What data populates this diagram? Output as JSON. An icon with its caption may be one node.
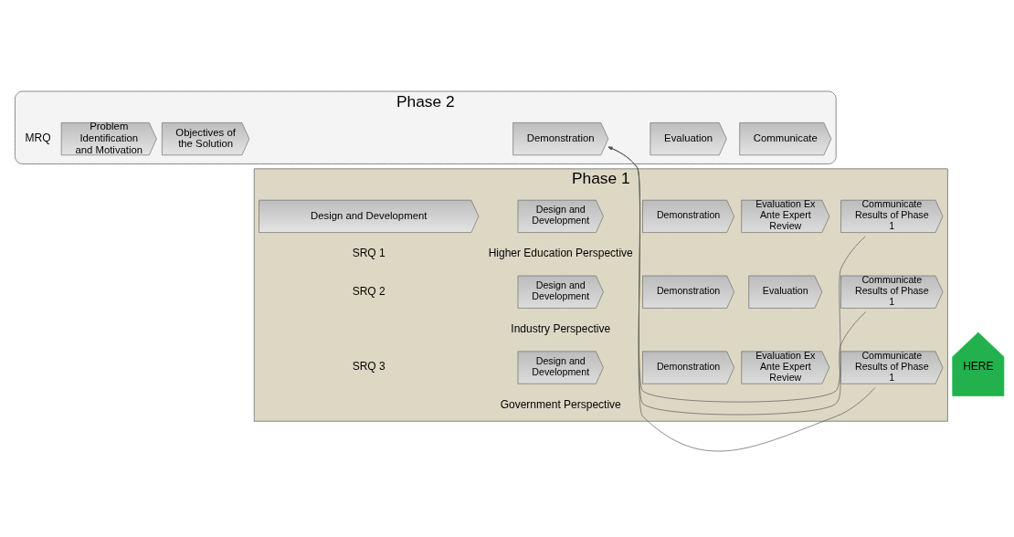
{
  "diagram": {
    "nodes": [
      {
        "text": [
          "Phase 2"
        ]
      },
      {
        "text": [
          "Problem Identification and Motivation"
        ],
        "in": 0
      },
      {
        "text": [
          "Objectives of the Solution"
        ],
        "in": 0
      },
      {
        "text": [
          "Phase 1"
        ]
      },
      {
        "text": [
          "Design and Development"
        ],
        "in": 3
      },
      {
        "text": [
          "Demonstration"
        ],
        "in": 0
      },
      {
        "text": [
          "Evaluation"
        ],
        "in": 0
      },
      {
        "text": [
          "Communicate"
        ],
        "in": 0
      },
      {
        "text": [
          "Design and Development"
        ],
        "in": 3
      },
      {
        "text": [
          "Demonstration"
        ],
        "in": 3
      },
      {
        "text": [
          "Evaluation Ex Ante Expert Review"
        ],
        "in": 3
      },
      {
        "text": [
          "Communicate Results of Phase 1"
        ],
        "in": 3
      },
      {
        "text": [
          "Design and Development"
        ],
        "in": 3
      },
      {
        "text": [
          "Demonstration"
        ],
        "in": 3
      },
      {
        "text": [
          "Evaluation"
        ],
        "in": 3
      },
      {
        "text": [
          "Communicate Results of Phase 1"
        ],
        "in": 3
      },
      {
        "text": [
          "Design and Development"
        ],
        "in": 3
      },
      {
        "text": [
          "Demonstration"
        ],
        "in": 3
      },
      {
        "text": [
          "Evaluation Ex Ante Expert Review"
        ],
        "in": 3
      },
      {
        "text": [
          "Communicate Results of Phase 1"
        ],
        "in": 3
      },
      {
        "text": [
          "HERE"
        ]
      }
    ],
    "edges": [
      {
        "from": 11,
        "to": 5,
        "arrow": "to"
      },
      {
        "from": 15,
        "to": 5,
        "arrow": "to"
      },
      {
        "from": 19,
        "to": 5,
        "arrow": "to"
      }
    ],
    "labels": [
      "MRQ",
      "SRQ 1",
      "Higher Education Perspective",
      "SRQ 2",
      "Industry Perspective",
      "SRQ 3",
      "Government Perspective"
    ]
  }
}
